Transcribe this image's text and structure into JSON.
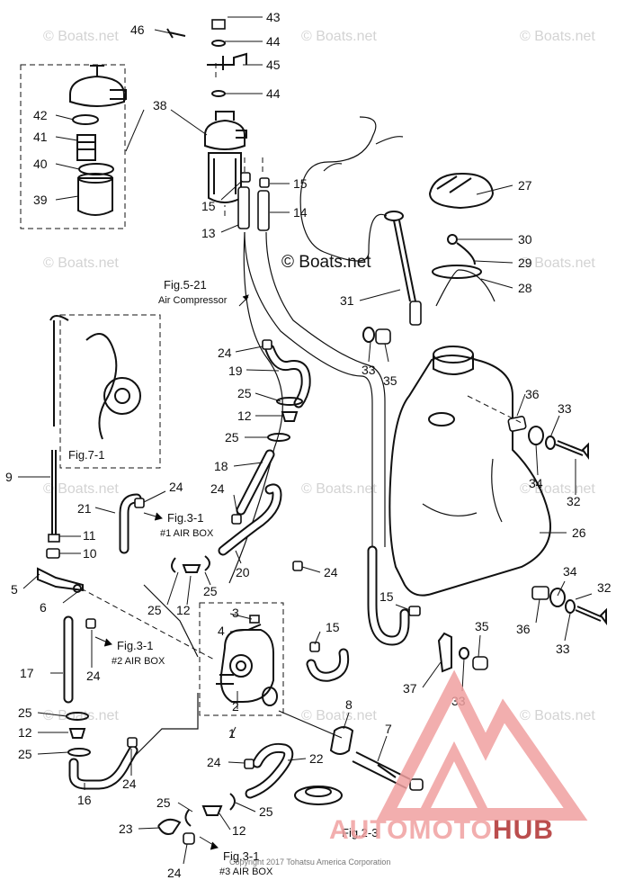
{
  "watermark": "© Boats.net",
  "center_watermark": "© Boats.net",
  "copyright": "Copyright 2017 Tohatsu America Corporation",
  "brand": {
    "part1": "AUTO",
    "part2": "MOTO",
    "part3": "HUB"
  },
  "refs": {
    "fig5_21": "Fig.5-21",
    "air_compressor": "Air Compressor",
    "fig7_1": "Fig.7-1",
    "fig3_1_a": "Fig.3-1",
    "airbox1": "#1 AIR BOX",
    "fig3_1_b": "Fig.3-1",
    "airbox2": "#2 AIR BOX",
    "fig3_1_c": "Fig.3-1",
    "airbox3": "#3 AIR BOX",
    "fig2_3": "Fig.2-3"
  },
  "callouts": [
    {
      "id": "c43",
      "n": "43"
    },
    {
      "id": "c46",
      "n": "46"
    },
    {
      "id": "c44a",
      "n": "44"
    },
    {
      "id": "c45",
      "n": "45"
    },
    {
      "id": "c44b",
      "n": "44"
    },
    {
      "id": "c38",
      "n": "38"
    },
    {
      "id": "c42",
      "n": "42"
    },
    {
      "id": "c41",
      "n": "41"
    },
    {
      "id": "c40",
      "n": "40"
    },
    {
      "id": "c39",
      "n": "39"
    },
    {
      "id": "c15a",
      "n": "15"
    },
    {
      "id": "c15b",
      "n": "15"
    },
    {
      "id": "c13",
      "n": "13"
    },
    {
      "id": "c14",
      "n": "14"
    },
    {
      "id": "c27",
      "n": "27"
    },
    {
      "id": "c30",
      "n": "30"
    },
    {
      "id": "c29",
      "n": "29"
    },
    {
      "id": "c28",
      "n": "28"
    },
    {
      "id": "c31",
      "n": "31"
    },
    {
      "id": "c24a",
      "n": "24"
    },
    {
      "id": "c19",
      "n": "19"
    },
    {
      "id": "c33a",
      "n": "33"
    },
    {
      "id": "c35a",
      "n": "35"
    },
    {
      "id": "c25a",
      "n": "25"
    },
    {
      "id": "c12a",
      "n": "12"
    },
    {
      "id": "c36a",
      "n": "36"
    },
    {
      "id": "c33b",
      "n": "33"
    },
    {
      "id": "c25b",
      "n": "25"
    },
    {
      "id": "c18",
      "n": "18"
    },
    {
      "id": "c34a",
      "n": "34"
    },
    {
      "id": "c32a",
      "n": "32"
    },
    {
      "id": "c9",
      "n": "9"
    },
    {
      "id": "c24b",
      "n": "24"
    },
    {
      "id": "c21",
      "n": "21"
    },
    {
      "id": "c24c",
      "n": "24"
    },
    {
      "id": "c26",
      "n": "26"
    },
    {
      "id": "c11",
      "n": "11"
    },
    {
      "id": "c10",
      "n": "10"
    },
    {
      "id": "c20",
      "n": "20"
    },
    {
      "id": "c24d",
      "n": "24"
    },
    {
      "id": "c34b",
      "n": "34"
    },
    {
      "id": "c32b",
      "n": "32"
    },
    {
      "id": "c5",
      "n": "5"
    },
    {
      "id": "c6",
      "n": "6"
    },
    {
      "id": "c25c",
      "n": "25"
    },
    {
      "id": "c12b",
      "n": "12"
    },
    {
      "id": "c25d",
      "n": "25"
    },
    {
      "id": "c15c",
      "n": "15"
    },
    {
      "id": "c36b",
      "n": "36"
    },
    {
      "id": "c3",
      "n": "3"
    },
    {
      "id": "c4",
      "n": "4"
    },
    {
      "id": "c15d",
      "n": "15"
    },
    {
      "id": "c33c",
      "n": "33"
    },
    {
      "id": "c17",
      "n": "17"
    },
    {
      "id": "c24e",
      "n": "24"
    },
    {
      "id": "c35b",
      "n": "35"
    },
    {
      "id": "c37",
      "n": "37"
    },
    {
      "id": "c33d",
      "n": "33"
    },
    {
      "id": "c2",
      "n": "2"
    },
    {
      "id": "c8",
      "n": "8"
    },
    {
      "id": "c25e",
      "n": "25"
    },
    {
      "id": "c12c",
      "n": "12"
    },
    {
      "id": "c25f",
      "n": "25"
    },
    {
      "id": "c1",
      "n": "1"
    },
    {
      "id": "c7",
      "n": "7"
    },
    {
      "id": "c24f",
      "n": "24"
    },
    {
      "id": "c16",
      "n": "16"
    },
    {
      "id": "c24g",
      "n": "24"
    },
    {
      "id": "c22",
      "n": "22"
    },
    {
      "id": "c25g",
      "n": "25"
    },
    {
      "id": "c25h",
      "n": "25"
    },
    {
      "id": "c12d",
      "n": "12"
    },
    {
      "id": "c23",
      "n": "23"
    },
    {
      "id": "c24h",
      "n": "24"
    }
  ],
  "colors": {
    "ink": "#111111",
    "watermark": "#d3d3d3",
    "brand_light": "#f0a0a0",
    "brand_dark": "#b03030"
  }
}
